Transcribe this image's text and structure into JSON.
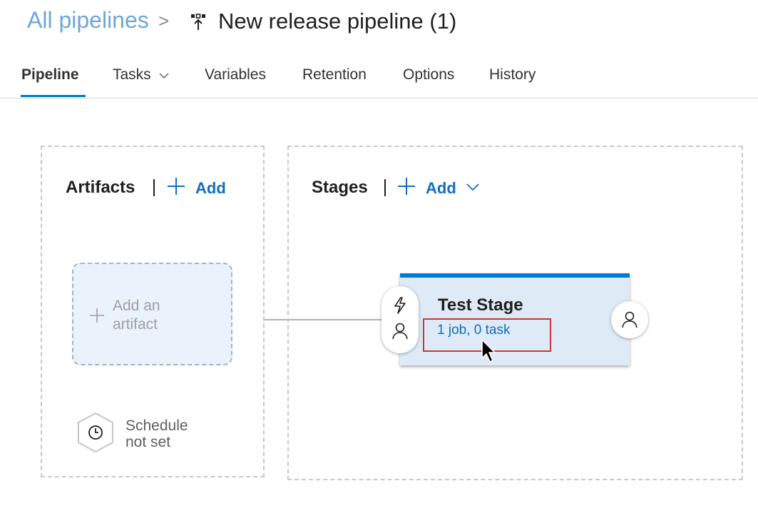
{
  "breadcrumb": {
    "root": "All pipelines",
    "separator": ">",
    "title": "New release pipeline (1)"
  },
  "tabs": [
    {
      "label": "Pipeline",
      "active": true
    },
    {
      "label": "Tasks",
      "active": false,
      "has_dropdown": true
    },
    {
      "label": "Variables",
      "active": false
    },
    {
      "label": "Retention",
      "active": false
    },
    {
      "label": "Options",
      "active": false
    },
    {
      "label": "History",
      "active": false
    }
  ],
  "artifacts": {
    "title": "Artifacts",
    "add_label": "Add",
    "add_artifact_line1": "Add an",
    "add_artifact_line2": "artifact",
    "schedule_line1": "Schedule",
    "schedule_line2": "not set"
  },
  "stages": {
    "title": "Stages",
    "add_label": "Add",
    "stage": {
      "name": "Test Stage",
      "summary": "1 job, 0 task"
    }
  },
  "colors": {
    "accent": "#0078d4",
    "link": "#106ebe",
    "highlight": "#d13438",
    "stage_bg": "#deebf7"
  }
}
